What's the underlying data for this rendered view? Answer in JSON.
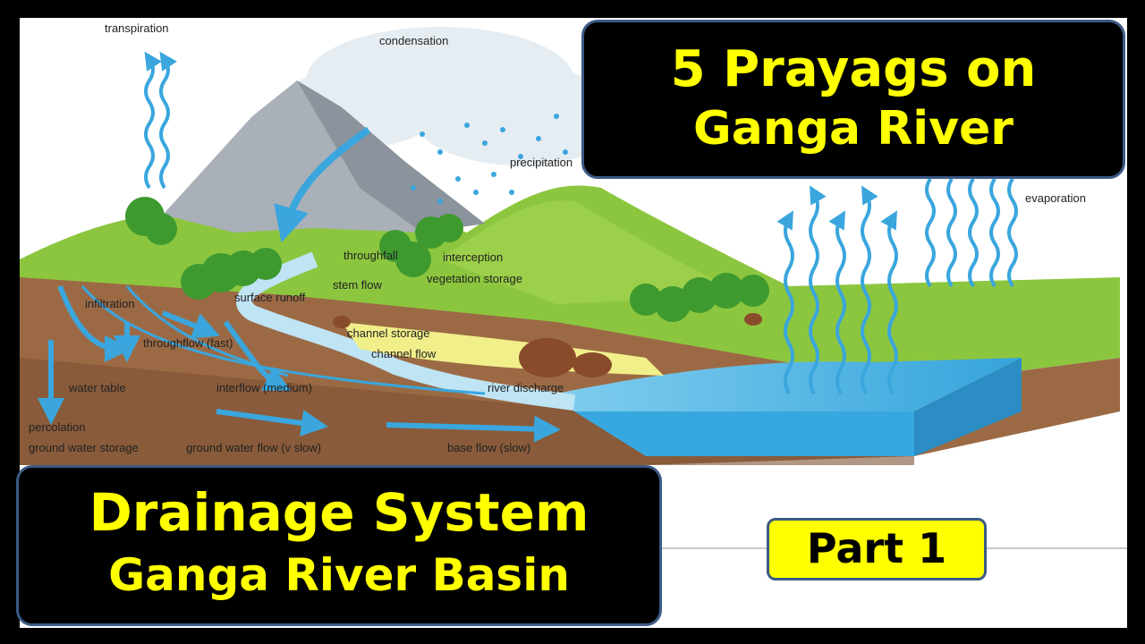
{
  "diagram": {
    "labels": {
      "transpiration": "transpiration",
      "condensation": "condensation",
      "precipitation": "precipitation",
      "evaporation": "evaporation",
      "throughfall": "throughfall",
      "interception": "interception",
      "stem_flow": "stem flow",
      "vegetation_storage": "vegetation storage",
      "surface_runoff": "surface runoff",
      "infiltration": "infiltration",
      "throughflow": "throughflow (fast)",
      "channel_storage": "channel storage",
      "channel_flow": "channel flow",
      "water_table": "water table",
      "interflow": "interflow (medium)",
      "river_discharge": "river discharge",
      "percolation": "percolation",
      "ground_water_storage": "ground water storage",
      "ground_water_flow": "ground water flow (v slow)",
      "base_flow": "base flow (slow)"
    },
    "colors": {
      "arrow": "#3aa6dd",
      "grass": "#8cc63f",
      "soil": "#9b6a45",
      "mountain": "#a9b0b8",
      "water": "#37a8df"
    }
  },
  "banners": {
    "top_line1": "5 Prayags on",
    "top_line2": "Ganga River",
    "bottom_line1": "Drainage System",
    "bottom_line2": "Ganga River Basin",
    "part": "Part 1"
  }
}
